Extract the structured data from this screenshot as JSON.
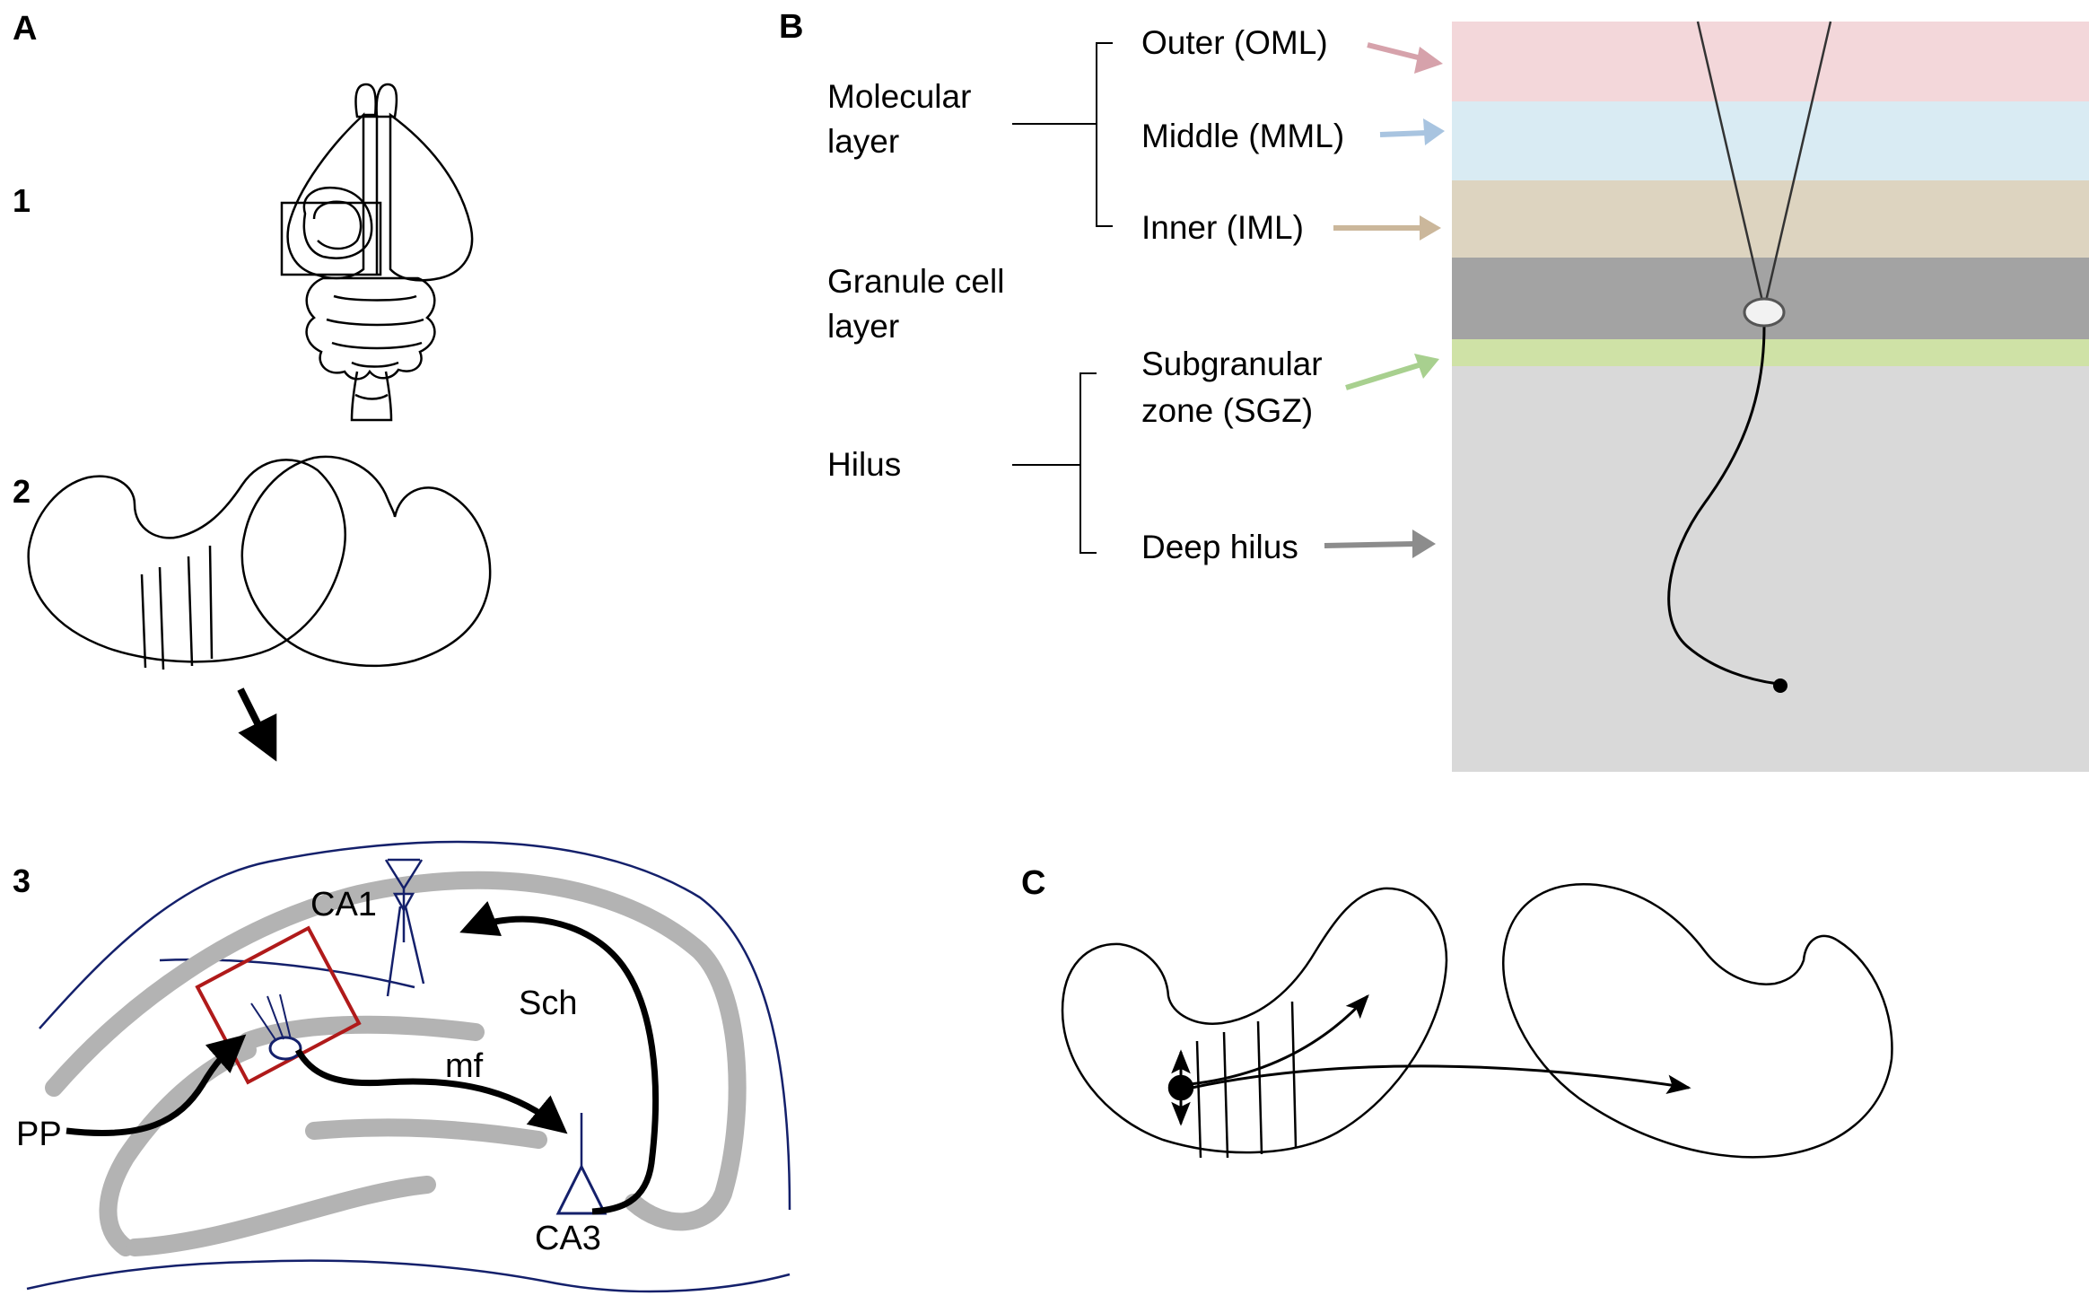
{
  "panels": {
    "a": "A",
    "b": "B",
    "c": "C"
  },
  "steps": {
    "s1": "1",
    "s2": "2",
    "s3": "3"
  },
  "layers_b": [
    {
      "name": "Outer (OML)",
      "color": "#f3d7da",
      "arrow_color": "#d6a2ab"
    },
    {
      "name": "Middle (MML)",
      "color": "#d9ebf3",
      "arrow_color": "#a8c4e0"
    },
    {
      "name": "Inner (IML)",
      "color": "#ddd4c0",
      "arrow_color": "#cbb79b"
    },
    {
      "name": "Granule cell layer",
      "color": "#a3a3a3"
    },
    {
      "name": "Subgranular zone (SGZ)",
      "color": "#cfe2a6",
      "arrow_color": "#a8d08f"
    },
    {
      "name": "Hilus",
      "color": "#d9d9d9"
    },
    {
      "name": "Deep hilus",
      "arrow_color": "#8c8c8c"
    }
  ],
  "labels_b": {
    "molecular_1": "Molecular",
    "molecular_2": "layer",
    "granule_1": "Granule cell",
    "granule_2": "layer",
    "hilus": "Hilus",
    "outer": "Outer (OML)",
    "middle": "Middle (MML)",
    "inner": "Inner (IML)",
    "sgz_1": "Subgranular",
    "sgz_2": "zone (SGZ)",
    "deep": "Deep hilus"
  },
  "labels_a3": {
    "ca1": "CA1",
    "ca3": "CA3",
    "pp": "PP",
    "mf": "mf",
    "sch": "Sch"
  },
  "colors": {
    "hippocampus_outline": "#14206b",
    "cell_layer_band": "#b3b3b3",
    "red_box": "#b01a1a"
  }
}
